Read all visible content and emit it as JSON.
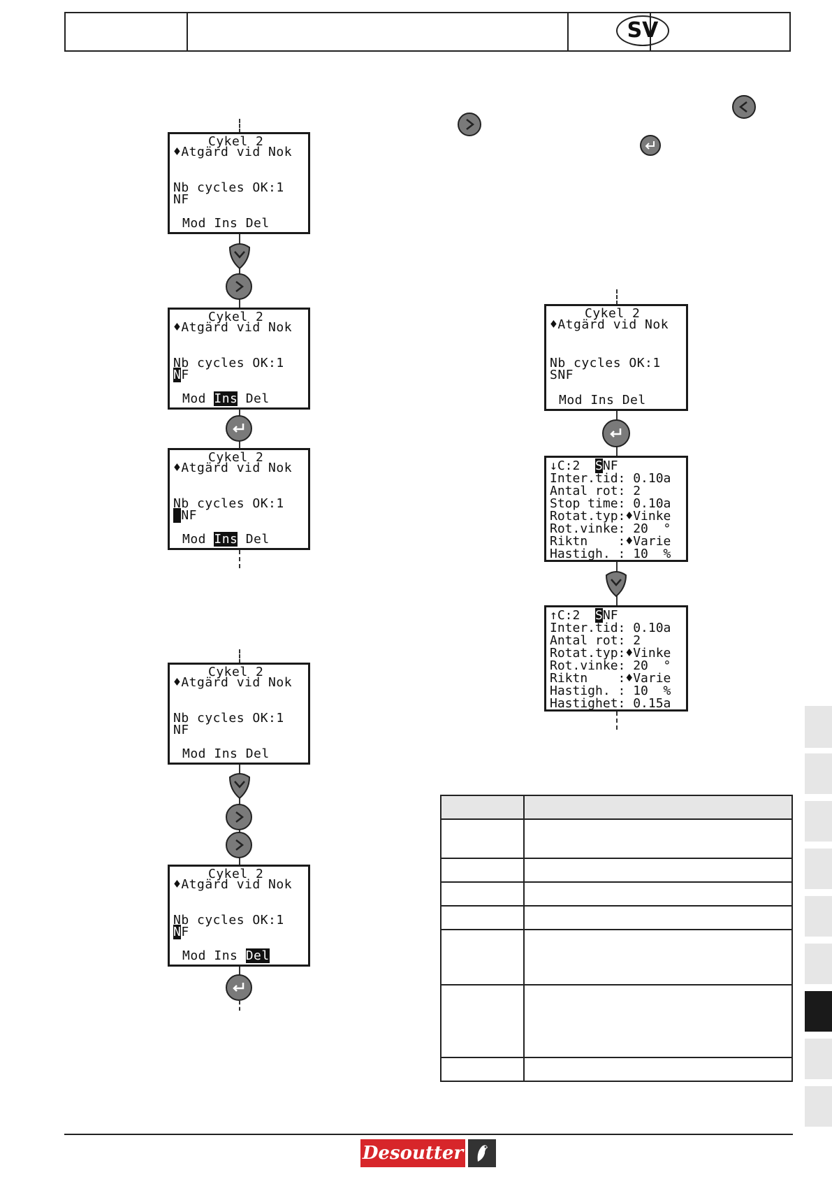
{
  "header": {
    "lang_badge": "SV"
  },
  "screens": {
    "a1": {
      "l1": "Cykel 2",
      "l2": "♦Atgärd vid Nok",
      "l3": "Nb cycles OK:1",
      "l4": "NF",
      "menu": [
        "Mod",
        "Ins",
        "Del"
      ]
    },
    "a2": {
      "l1": "Cykel 2",
      "l2": "♦Atgärd vid Nok",
      "l3": "Nb cycles OK:1",
      "l4a": "N",
      "l4b": "F",
      "menu": [
        "Mod",
        "Ins",
        "Del"
      ]
    },
    "a3": {
      "l1": "Cykel 2",
      "l2": "♦Atgärd vid Nok",
      "l3": "Nb cycles OK:1",
      "l4a": " ",
      "l4b": "NF",
      "menu": [
        "Mod",
        "Ins",
        "Del"
      ]
    },
    "b1": {
      "l1": "Cykel 2",
      "l2": "♦Atgärd vid Nok",
      "l3": "Nb cycles OK:1",
      "l4": "NF",
      "menu": [
        "Mod",
        "Ins",
        "Del"
      ]
    },
    "b2": {
      "l1": "Cykel 2",
      "l2": "♦Atgärd vid Nok",
      "l3": "Nb cycles OK:1",
      "l4a": "N",
      "l4b": "F",
      "menu": [
        "Mod",
        "Ins",
        "Del"
      ]
    },
    "c1": {
      "l1": "Cykel 2",
      "l2": "♦Atgärd vid Nok",
      "l3": "Nb cycles OK:1",
      "l4": "SNF",
      "menu": [
        "Mod",
        "Ins",
        "Del"
      ]
    },
    "c2": {
      "head_a": "↓C:2  ",
      "head_s": "S",
      "head_b": "NF",
      "rows": [
        "Inter.tid: 0.10a",
        "Antal rot: 2",
        "Stop time: 0.10a",
        "Rotat.typ:♦Vinke",
        "Rot.vinke: 20  °",
        "Riktn    :♦Varie",
        "Hastigh. : 10  %"
      ]
    },
    "c3": {
      "head_a": "↑C:2  ",
      "head_s": "S",
      "head_b": "NF",
      "rows": [
        "Inter.tid: 0.10a",
        "Antal rot: 2",
        "Rotat.typ:♦Vinke",
        "Rot.vinke: 20  °",
        "Riktn    :♦Varie",
        "Hastigh. : 10  %",
        "Hastighet: 0.15a"
      ]
    }
  },
  "buttons": {
    "top_left_icon": "left-arrow-key-icon",
    "top_right_icon": "right-arrow-key-icon",
    "top_enter_icon": "enter-key-icon"
  },
  "footer": {
    "brand": "Desoutter"
  }
}
